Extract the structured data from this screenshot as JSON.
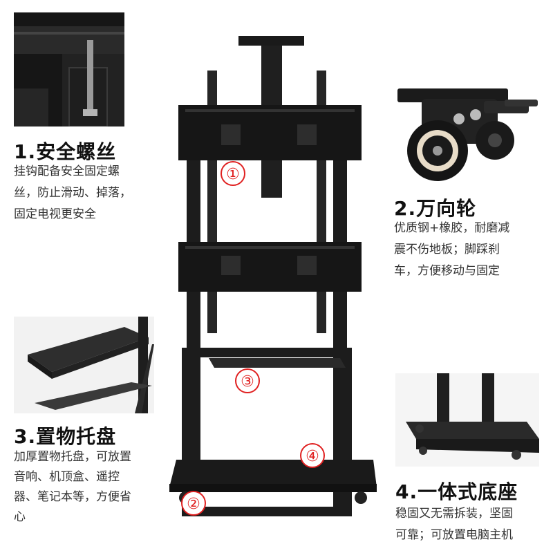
{
  "features": [
    {
      "title": "1.安全螺丝",
      "desc_lines": [
        "挂钩配备安全固定螺",
        "丝，防止滑动、掉落，",
        "固定电视更安全"
      ]
    },
    {
      "title": "2.万向轮",
      "desc_lines": [
        "优质钢+橡胶，耐磨减",
        "震不伤地板；脚踩刹",
        "车，方便移动与固定"
      ]
    },
    {
      "title": "3.置物托盘",
      "desc_lines": [
        "加厚置物托盘，可放置",
        "音响、机顶盒、遥控",
        "器、笔记本等，方便省",
        "心"
      ]
    },
    {
      "title": "4.一体式底座",
      "desc_lines": [
        "稳固又无需拆装，坚固",
        "可靠；可放置电脑主机"
      ]
    }
  ],
  "callouts": [
    "①",
    "②",
    "③",
    "④"
  ],
  "colors": {
    "callout": "#e02020",
    "frame": "#1a1a1a",
    "photo_bg": "#ececec"
  }
}
